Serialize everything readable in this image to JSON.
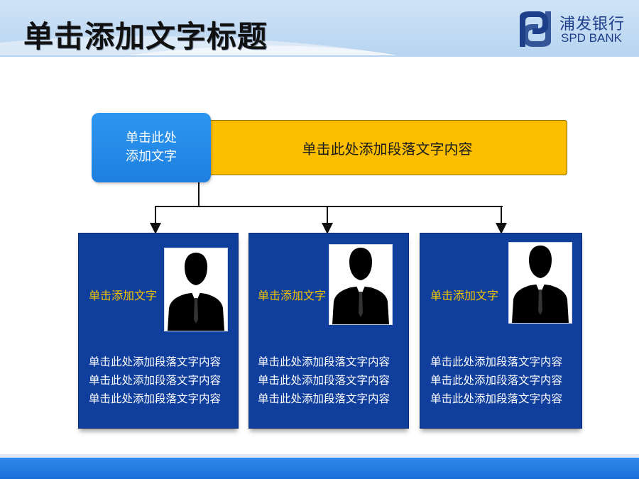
{
  "header": {
    "title": "单击添加文字标题",
    "logo": {
      "name_cn": "浦发银行",
      "name_en": "SPD BANK",
      "icon": "spd-logo-icon"
    }
  },
  "top": {
    "box_label": "单击此处\n添加文字",
    "bar_text": "单击此处添加段落文字内容"
  },
  "cards": [
    {
      "label": "单击添加文字",
      "photo": "person-silhouette-icon",
      "lines": [
        "单击此处添加段落文字内容",
        "单击此处添加段落文字内容",
        "单击此处添加段落文字内容"
      ]
    },
    {
      "label": "单击添加文字",
      "photo": "person-silhouette-icon",
      "lines": [
        "单击此处添加段落文字内容",
        "单击此处添加段落文字内容",
        "单击此处添加段落文字内容"
      ]
    },
    {
      "label": "单击添加文字",
      "photo": "person-silhouette-icon",
      "lines": [
        "单击此处添加段落文字内容",
        "单击此处添加段落文字内容",
        "单击此处添加段落文字内容"
      ]
    }
  ],
  "colors": {
    "accent_blue": "#1e7fe0",
    "card_blue": "#0f3e9c",
    "yellow": "#fbbf00",
    "label_gold": "#f6c500",
    "brand": "#1d3f8a"
  }
}
